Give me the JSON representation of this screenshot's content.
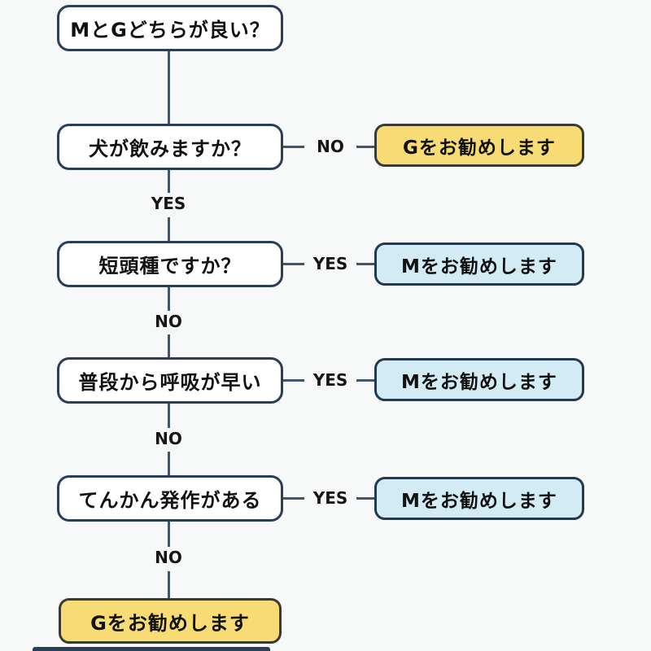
{
  "colors": {
    "question_fill": "#ffffff",
    "question_border": "#2c3e55",
    "yellow_fill": "#f7db74",
    "yellow_border": "#3a3a35",
    "blue_fill": "#d2ebf4",
    "blue_border": "#24384e",
    "line": "#42566d",
    "label_text": "#161616",
    "page_bg": "#f7f8f8"
  },
  "flowchart": {
    "start": {
      "label": "MとGどちらが良い？"
    },
    "steps": [
      {
        "question": "犬が飲みますか？",
        "branch_label": "NO",
        "result": "Gをお勧めします",
        "result_type": "yellow",
        "down_label": "YES"
      },
      {
        "question": "短頭種ですか？",
        "branch_label": "YES",
        "result": "Mをお勧めします",
        "result_type": "blue",
        "down_label": "NO"
      },
      {
        "question": "普段から呼吸が早い",
        "branch_label": "YES",
        "result": "Mをお勧めします",
        "result_type": "blue",
        "down_label": "NO"
      },
      {
        "question": "てんかん発作がある",
        "branch_label": "YES",
        "result": "Mをお勧めします",
        "result_type": "blue",
        "down_label": "NO"
      }
    ],
    "end": {
      "label": "Gをお勧めします",
      "type": "yellow"
    }
  }
}
